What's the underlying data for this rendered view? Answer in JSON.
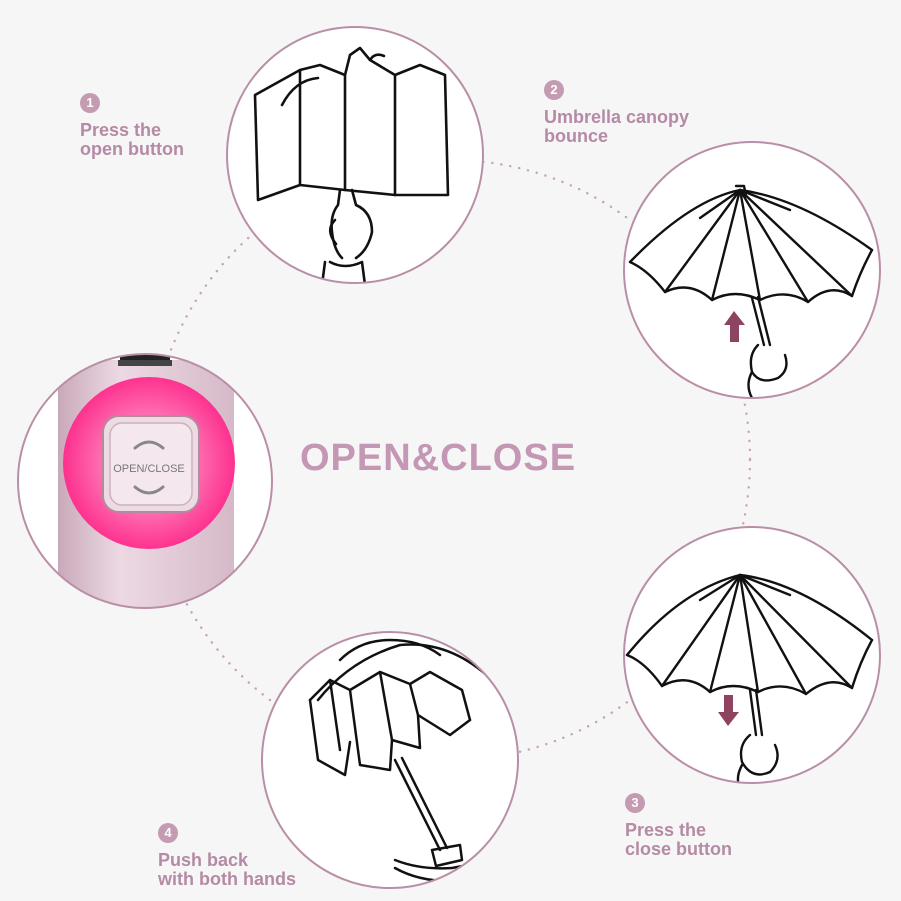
{
  "title": "OPEN&CLOSE",
  "button_label": "OPEN/CLOSE",
  "steps": [
    {
      "number": "1",
      "line1": "Press the",
      "line2": "open button"
    },
    {
      "number": "2",
      "line1": "Umbrella canopy",
      "line2": "bounce"
    },
    {
      "number": "3",
      "line1": "Press the",
      "line2": "close button"
    },
    {
      "number": "4",
      "line1": "Push back",
      "line2": "with both hands"
    }
  ],
  "colors": {
    "background": "#f6f6f6",
    "circle_border": "#b98fa7",
    "text_accent": "#b58aa4",
    "title": "#c497b4",
    "arrow": "#8e4461",
    "handle": "#dcc1cf",
    "glow": "#ff3f9a"
  },
  "icons": [
    "folded-umbrella-icon",
    "open-umbrella-icon",
    "hand-icon",
    "arrow-up-icon",
    "arrow-down-icon"
  ]
}
